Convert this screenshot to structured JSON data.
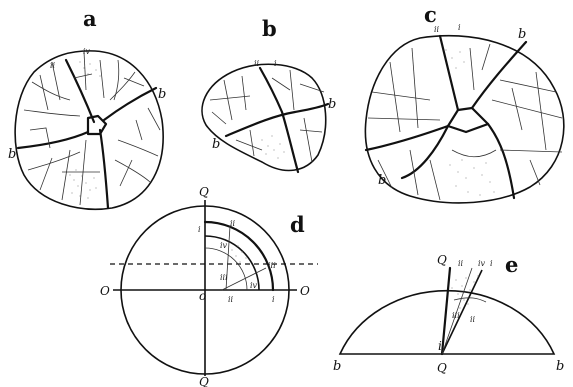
{
  "panels": {
    "a": {
      "letter": "a",
      "labels": {
        "b_left": "b",
        "b_right": "b",
        "ii": "ii",
        "iv": "iv"
      }
    },
    "b": {
      "letter": "b",
      "labels": {
        "b_left": "b",
        "b_right": "b",
        "ii": "ii",
        "i": "i"
      }
    },
    "c": {
      "letter": "c",
      "labels": {
        "b_top": "b",
        "b_left": "b",
        "ii": "ii",
        "i": "i"
      }
    },
    "d": {
      "letter": "d",
      "labels": {
        "Q_top": "Q",
        "Q_bottom": "Q",
        "O_left": "O",
        "O_right": "O",
        "o_center": "o",
        "i_top": "i",
        "ii_top": "ii",
        "iv_inner": "iv",
        "iii_inner": "iii",
        "iii_right": "iii",
        "iv_bottom": "iv",
        "i_right": "i",
        "ii_bottom": "ii"
      }
    },
    "e": {
      "letter": "e",
      "labels": {
        "Q_top": "Q",
        "Q_bottom": "Q",
        "b_left": "b",
        "b_right": "b",
        "ii": "ii",
        "iv": "iv",
        "i_top": "i",
        "i_bottom": "i",
        "iii": "iii",
        "ii_inner": "ii"
      }
    }
  },
  "colors": {
    "ink": "#111111",
    "stipple": "#999999",
    "paper": "#ffffff"
  }
}
